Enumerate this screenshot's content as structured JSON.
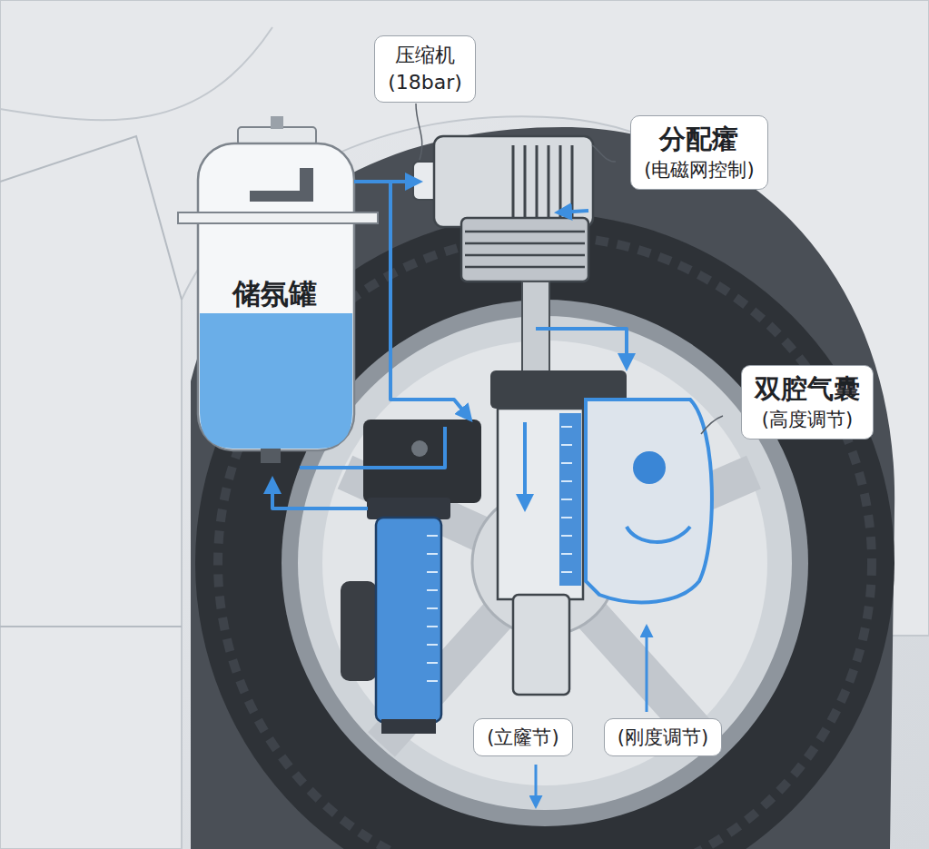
{
  "diagram": {
    "nodes": [
      {
        "text": [
          "压缩机",
          "(18bar)"
        ]
      },
      {
        "text": [
          "分配癨",
          "(电磁网控制)"
        ]
      },
      {
        "text": [
          "双腔气囊",
          "(高度调节)"
        ]
      },
      {
        "text": [
          "(立窿节)"
        ]
      },
      {
        "text": [
          "(刚度调节)"
        ]
      }
    ],
    "labels": [
      "储氛罐"
    ]
  }
}
